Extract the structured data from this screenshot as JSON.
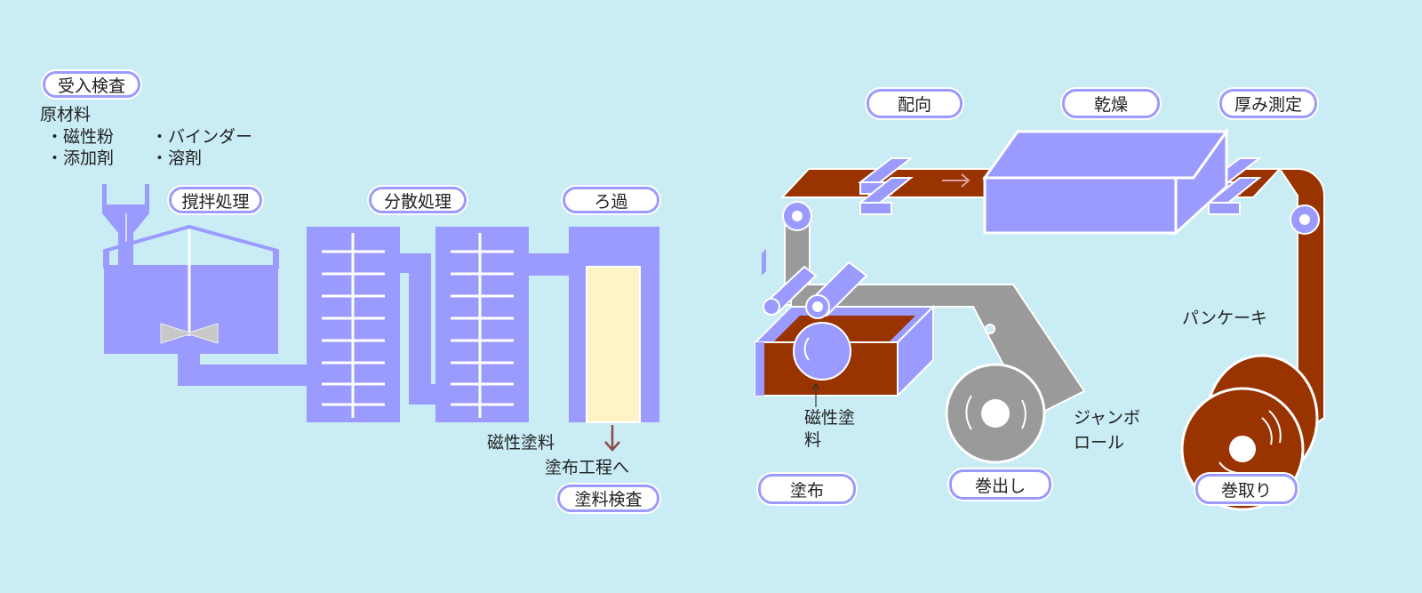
{
  "colors": {
    "background": "#c9ecf5",
    "equipment": "#9b9bff",
    "tape": "#993300",
    "base_film": "#9a9a9a",
    "filter": "#fff3c8"
  },
  "left": {
    "receiving_inspection": "受入検査",
    "raw_materials_title": "原材料",
    "materials": [
      "・磁性粉",
      "・添加剤",
      "・バインダー",
      "・溶剤"
    ],
    "mixing": "撹拌処理",
    "dispersion": "分散処理",
    "filtration": "ろ過",
    "output_label": "磁性塗料",
    "to_coating": "塗布工程へ",
    "paint_inspection": "塗料検査"
  },
  "right": {
    "orientation": "配向",
    "drying": "乾燥",
    "thickness": "厚み測定",
    "coating": "塗布",
    "unwind": "巻出し",
    "winding": "巻取り",
    "pancake": "パンケーキ",
    "jumbo_roll": [
      "ジャンボ",
      "ロール"
    ],
    "magnetic_paint": [
      "磁性塗",
      "料"
    ]
  }
}
